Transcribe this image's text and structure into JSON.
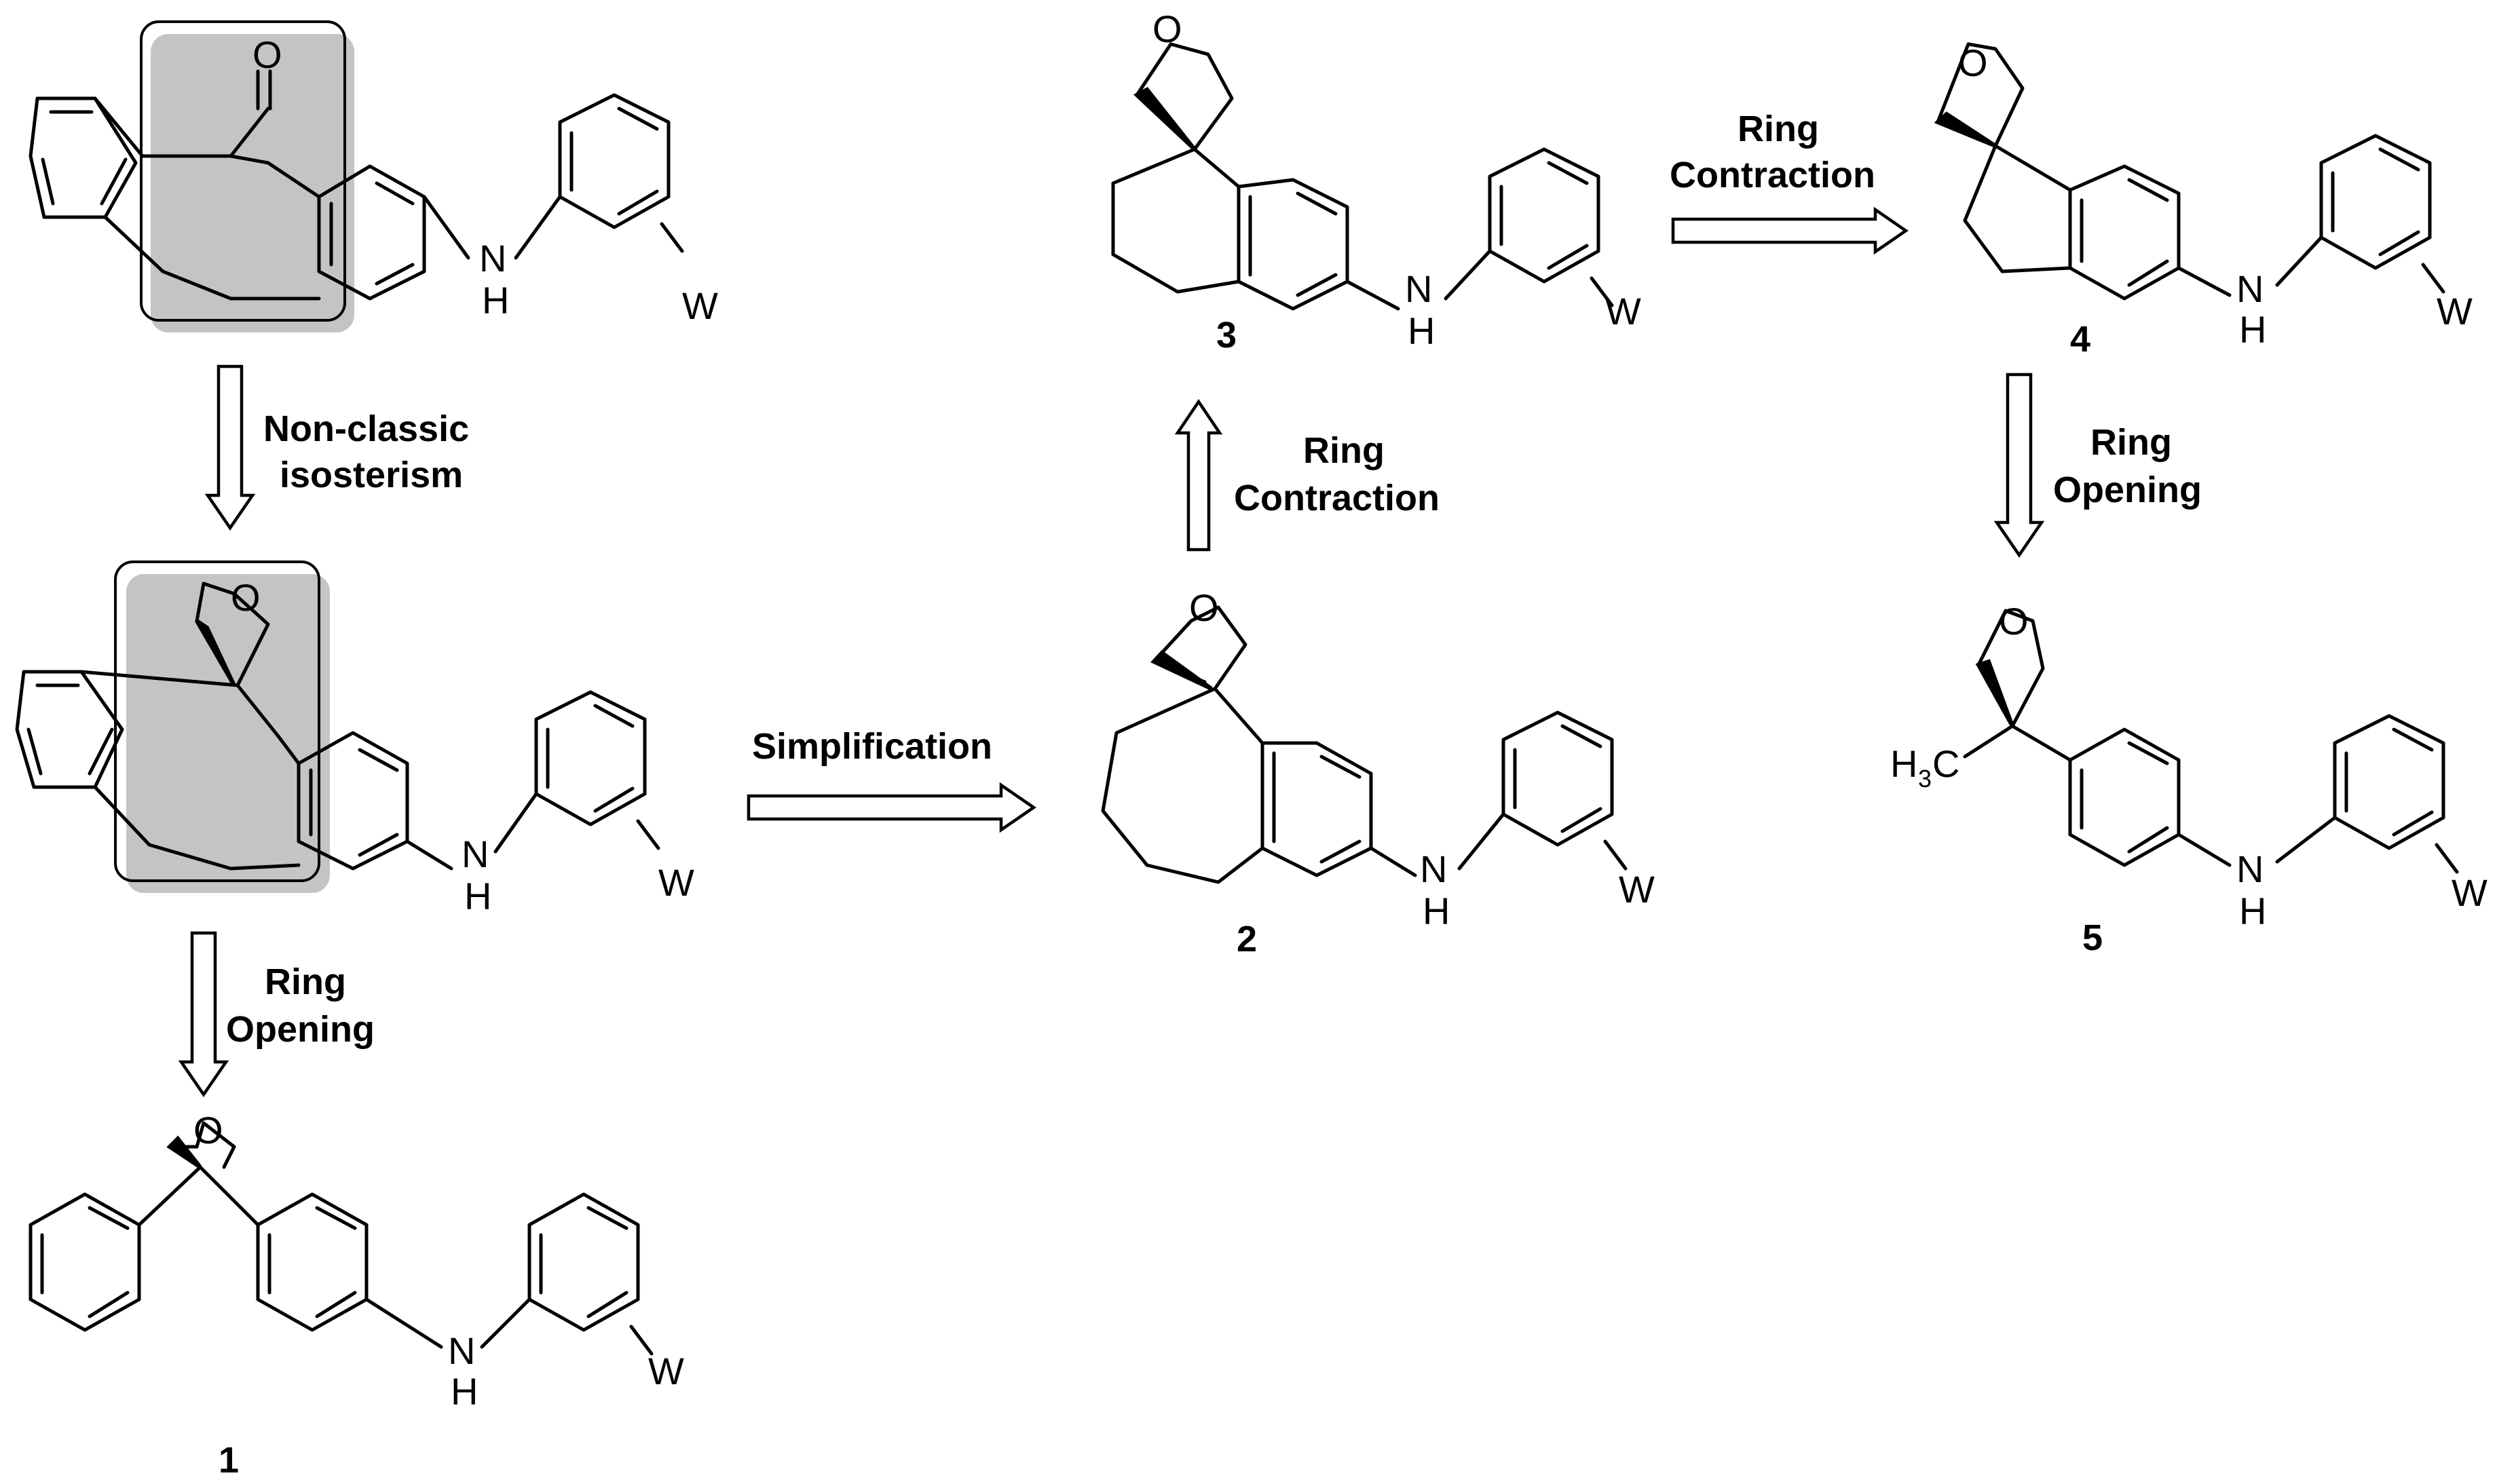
{
  "steps": {
    "isosterism_line1": "Non-classic",
    "isosterism_line2": "isosterism",
    "ring_opening_left_line1": "Ring",
    "ring_opening_left_line2": "Opening",
    "simplification": "Simplification",
    "ring_contraction_up_line1": "Ring",
    "ring_contraction_up_line2": "Contraction",
    "ring_contraction_right_line1": "Ring",
    "ring_contraction_right_line2": "Contraction",
    "ring_opening_right_line1": "Ring",
    "ring_opening_right_line2": "Opening"
  },
  "compounds": {
    "c1": "1",
    "c2": "2",
    "c3": "3",
    "c4": "4",
    "c5": "5"
  },
  "atoms": {
    "oxygen": "O",
    "nh_n": "N",
    "nh_h": "H",
    "substituent": "W",
    "methyl_h": "H",
    "methyl_sub": "3",
    "methyl_c": "C"
  }
}
